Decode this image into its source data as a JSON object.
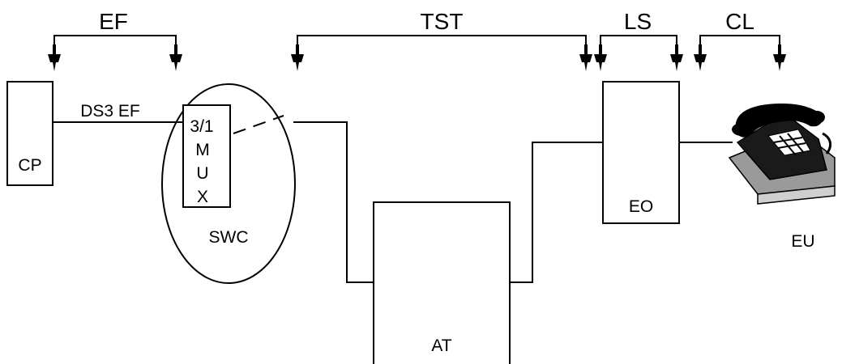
{
  "colors": {
    "ink": "#000000",
    "paper": "#ffffff",
    "phone_shadow": "#9a9a9a"
  },
  "icons": {
    "bracket_end": "down-pointer-icon",
    "phone": "telephone-icon"
  },
  "segments": {
    "ef": {
      "label": "EF"
    },
    "tst": {
      "label": "TST"
    },
    "ls": {
      "label": "LS"
    },
    "cl": {
      "label": "CL"
    }
  },
  "nodes": {
    "cp": {
      "label": "CP"
    },
    "swc": {
      "label": "SWC"
    },
    "mux": {
      "line1": "3/1",
      "line2": "M",
      "line3": "U",
      "line4": "X"
    },
    "at": {
      "label": "AT"
    },
    "eo": {
      "label": "EO"
    },
    "eu": {
      "label": "EU"
    }
  },
  "links": {
    "cp_to_swc": {
      "label": "DS3 EF"
    }
  }
}
